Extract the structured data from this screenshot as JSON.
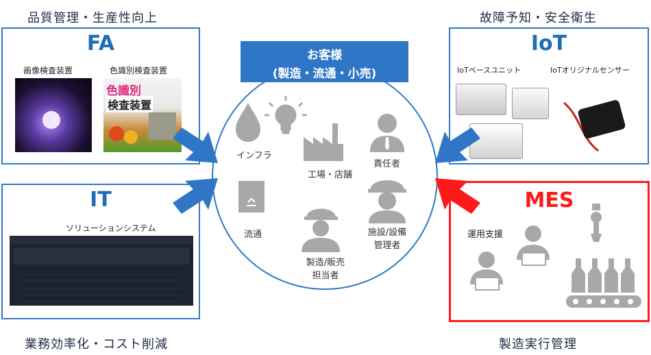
{
  "captions": {
    "top_left": "品質管理・生産性向上",
    "top_right": "故障予知・安全衛生",
    "bottom_left": "業務効率化・コスト削減",
    "bottom_right": "製造実行管理"
  },
  "center": {
    "title_line1": "お客様",
    "title_line2": "(製造・流通・小売)",
    "labels": {
      "infra": "インフラ",
      "factory": "工場・店舗",
      "manager": "責任者",
      "distribution": "流通",
      "sales_line1": "製造/販売",
      "sales_line2": "担当者",
      "facility_line1": "施設/設備",
      "facility_line2": "管理者"
    }
  },
  "fa": {
    "title": "FA",
    "item1": "画像検査装置",
    "item2": "色識別検査装置",
    "product_text1": "色識別",
    "product_text2": "検査装置"
  },
  "iot": {
    "title": "IoT",
    "item1": "IoTベースユニット",
    "item2": "IoTオリジナルセンサー"
  },
  "it": {
    "title": "IT",
    "item1": "ソリューションシステム"
  },
  "mes": {
    "title": "MES",
    "item1": "運用支援"
  },
  "colors": {
    "blue": "#2f77c6",
    "red": "#ff1a1a",
    "icon_gray": "#a8a8a8"
  }
}
